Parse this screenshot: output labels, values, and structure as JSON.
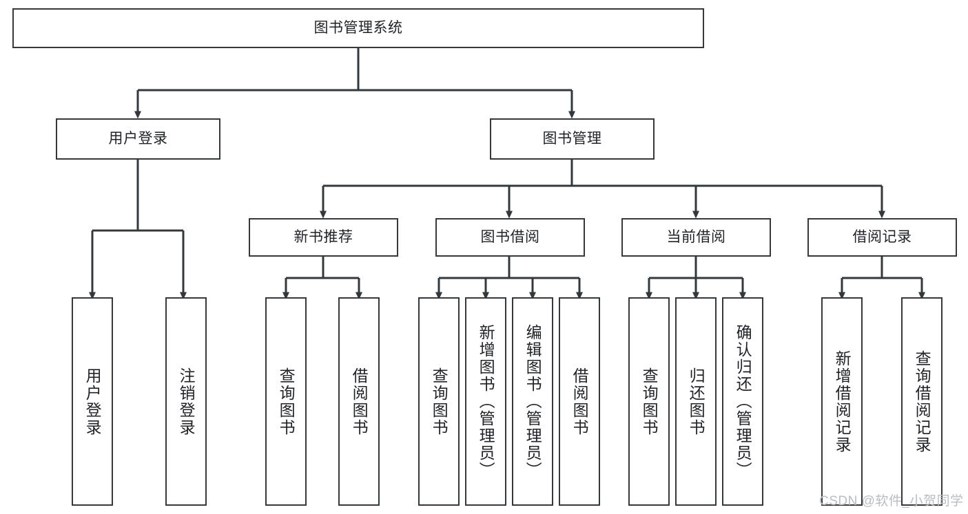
{
  "diagram": {
    "title": "图书管理系统",
    "type": "tree",
    "style": {
      "background": "#ffffff",
      "box_border": "#33383d",
      "box_fill": "#ffffff",
      "text_color": "#1f2226",
      "connector_color": "#33383d"
    },
    "watermark": "CSDN @软件_小贺同学",
    "root": {
      "label": "图书管理系统"
    },
    "level2": [
      {
        "label": "用户登录"
      },
      {
        "label": "图书管理"
      }
    ],
    "level3": [
      {
        "label": "新书推荐"
      },
      {
        "label": "图书借阅"
      },
      {
        "label": "当前借阅"
      },
      {
        "label": "借阅记录"
      }
    ],
    "leaves": {
      "user_login": [
        {
          "label": "用户登录"
        },
        {
          "label": "注销登录"
        }
      ],
      "new_book_recommend": [
        {
          "label": "查询图书"
        },
        {
          "label": "借阅图书"
        }
      ],
      "book_borrow": [
        {
          "label": "查询图书"
        },
        {
          "label": "新增图书（管理员）"
        },
        {
          "label": "编辑图书（管理员）"
        },
        {
          "label": "借阅图书"
        }
      ],
      "current_borrow": [
        {
          "label": "查询图书"
        },
        {
          "label": "归还图书"
        },
        {
          "label": "确认归还（管理员）"
        }
      ],
      "borrow_record": [
        {
          "label": "新增借阅记录"
        },
        {
          "label": "查询借阅记录"
        }
      ]
    }
  }
}
